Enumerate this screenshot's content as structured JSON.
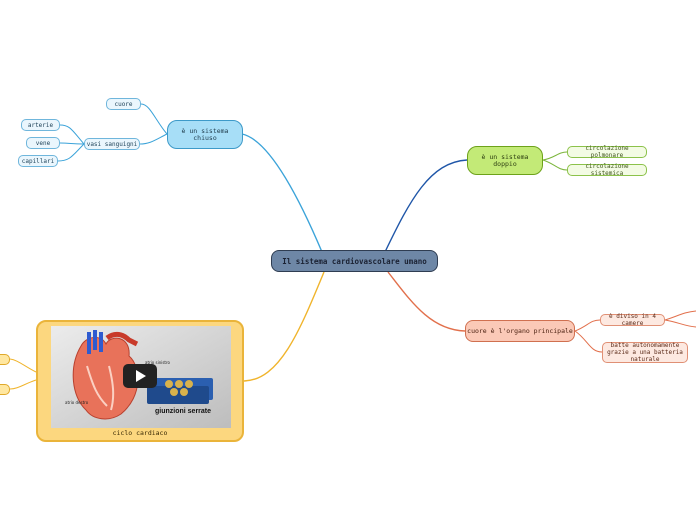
{
  "central": {
    "label": "Il sistema cardiovascolare umano"
  },
  "branches": {
    "closed": {
      "label": "è un sistema chiuso",
      "children": {
        "cuore": "cuore",
        "vasi": "vasi sanguigni",
        "arterie": "arterie",
        "vene": "vene",
        "capillari": "capillari"
      }
    },
    "double": {
      "label": "è un sistema doppio",
      "children": {
        "polmonare": "circolazione polmonare",
        "sistemica": "circolazione sistemica"
      }
    },
    "heart": {
      "label": "cuore è l'organo principale",
      "children": {
        "camere": "è diviso in 4 camere",
        "batte": "batte autonomamente grazie a una batteria naturale"
      }
    },
    "video": {
      "caption": "ciclo cardiaco",
      "frame_labels": {
        "junctions": "giunzioni serrate",
        "atrio_destro": "atrio destro",
        "atrio_sinistro": "atrio sinistro"
      }
    }
  },
  "colors": {
    "blue_line": "#3ba3d9",
    "navy_line": "#1f56a8",
    "red_line": "#e2704c",
    "yellow_line": "#f0b42c",
    "green_line": "#7bb53b"
  }
}
